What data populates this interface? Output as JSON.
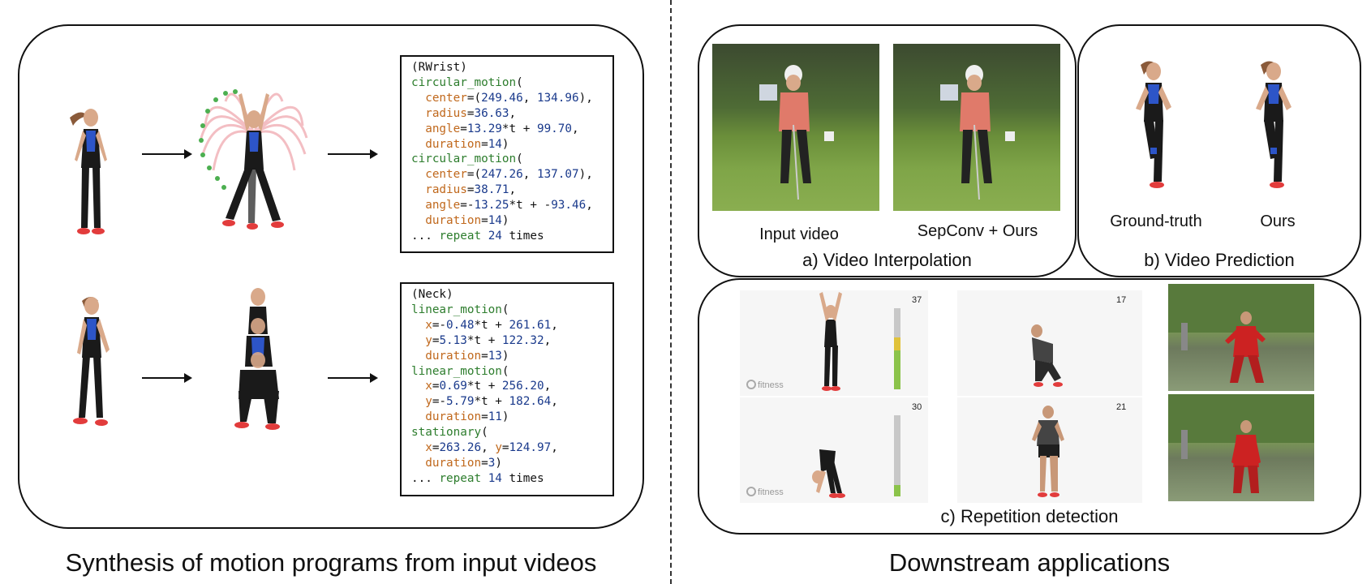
{
  "left": {
    "caption": "Synthesis of motion programs from input videos",
    "program1": [
      [
        {
          "t": "(RWrist)",
          "c": ""
        }
      ],
      [
        {
          "t": "circular_motion",
          "c": "fn"
        },
        {
          "t": "(",
          "c": ""
        }
      ],
      [
        {
          "t": "  ",
          "c": ""
        },
        {
          "t": "center",
          "c": "kw"
        },
        {
          "t": "=(",
          "c": ""
        },
        {
          "t": "249.46",
          "c": "num"
        },
        {
          "t": ", ",
          "c": ""
        },
        {
          "t": "134.96",
          "c": "num"
        },
        {
          "t": "),",
          "c": ""
        }
      ],
      [
        {
          "t": "  ",
          "c": ""
        },
        {
          "t": "radius",
          "c": "kw"
        },
        {
          "t": "=",
          "c": ""
        },
        {
          "t": "36.63",
          "c": "num"
        },
        {
          "t": ",",
          "c": ""
        }
      ],
      [
        {
          "t": "  ",
          "c": ""
        },
        {
          "t": "angle",
          "c": "kw"
        },
        {
          "t": "=",
          "c": ""
        },
        {
          "t": "13.29",
          "c": "num"
        },
        {
          "t": "*t + ",
          "c": ""
        },
        {
          "t": "99.70",
          "c": "num"
        },
        {
          "t": ",",
          "c": ""
        }
      ],
      [
        {
          "t": "  ",
          "c": ""
        },
        {
          "t": "duration",
          "c": "kw"
        },
        {
          "t": "=",
          "c": ""
        },
        {
          "t": "14",
          "c": "num"
        },
        {
          "t": ")",
          "c": ""
        }
      ],
      [
        {
          "t": "circular_motion",
          "c": "fn"
        },
        {
          "t": "(",
          "c": ""
        }
      ],
      [
        {
          "t": "  ",
          "c": ""
        },
        {
          "t": "center",
          "c": "kw"
        },
        {
          "t": "=(",
          "c": ""
        },
        {
          "t": "247.26",
          "c": "num"
        },
        {
          "t": ", ",
          "c": ""
        },
        {
          "t": "137.07",
          "c": "num"
        },
        {
          "t": "),",
          "c": ""
        }
      ],
      [
        {
          "t": "  ",
          "c": ""
        },
        {
          "t": "radius",
          "c": "kw"
        },
        {
          "t": "=",
          "c": ""
        },
        {
          "t": "38.71",
          "c": "num"
        },
        {
          "t": ",",
          "c": ""
        }
      ],
      [
        {
          "t": "  ",
          "c": ""
        },
        {
          "t": "angle",
          "c": "kw"
        },
        {
          "t": "=-",
          "c": ""
        },
        {
          "t": "13.25",
          "c": "num"
        },
        {
          "t": "*t + -",
          "c": ""
        },
        {
          "t": "93.46",
          "c": "num"
        },
        {
          "t": ",",
          "c": ""
        }
      ],
      [
        {
          "t": "  ",
          "c": ""
        },
        {
          "t": "duration",
          "c": "kw"
        },
        {
          "t": "=",
          "c": ""
        },
        {
          "t": "14",
          "c": "num"
        },
        {
          "t": ")",
          "c": ""
        }
      ],
      [
        {
          "t": "... ",
          "c": ""
        },
        {
          "t": "repeat",
          "c": "rp"
        },
        {
          "t": " ",
          "c": ""
        },
        {
          "t": "24",
          "c": "num"
        },
        {
          "t": " times",
          "c": ""
        }
      ]
    ],
    "program2": [
      [
        {
          "t": "(Neck)",
          "c": ""
        }
      ],
      [
        {
          "t": "linear_motion",
          "c": "fn"
        },
        {
          "t": "(",
          "c": ""
        }
      ],
      [
        {
          "t": "  ",
          "c": ""
        },
        {
          "t": "x",
          "c": "kw"
        },
        {
          "t": "=-",
          "c": ""
        },
        {
          "t": "0.48",
          "c": "num"
        },
        {
          "t": "*t + ",
          "c": ""
        },
        {
          "t": "261.61",
          "c": "num"
        },
        {
          "t": ",",
          "c": ""
        }
      ],
      [
        {
          "t": "  ",
          "c": ""
        },
        {
          "t": "y",
          "c": "kw"
        },
        {
          "t": "=",
          "c": ""
        },
        {
          "t": "5.13",
          "c": "num"
        },
        {
          "t": "*t + ",
          "c": ""
        },
        {
          "t": "122.32",
          "c": "num"
        },
        {
          "t": ",",
          "c": ""
        }
      ],
      [
        {
          "t": "  ",
          "c": ""
        },
        {
          "t": "duration",
          "c": "kw"
        },
        {
          "t": "=",
          "c": ""
        },
        {
          "t": "13",
          "c": "num"
        },
        {
          "t": ")",
          "c": ""
        }
      ],
      [
        {
          "t": "linear_motion",
          "c": "fn"
        },
        {
          "t": "(",
          "c": ""
        }
      ],
      [
        {
          "t": "  ",
          "c": ""
        },
        {
          "t": "x",
          "c": "kw"
        },
        {
          "t": "=",
          "c": ""
        },
        {
          "t": "0.69",
          "c": "num"
        },
        {
          "t": "*t + ",
          "c": ""
        },
        {
          "t": "256.20",
          "c": "num"
        },
        {
          "t": ",",
          "c": ""
        }
      ],
      [
        {
          "t": "  ",
          "c": ""
        },
        {
          "t": "y",
          "c": "kw"
        },
        {
          "t": "=-",
          "c": ""
        },
        {
          "t": "5.79",
          "c": "num"
        },
        {
          "t": "*t + ",
          "c": ""
        },
        {
          "t": "182.64",
          "c": "num"
        },
        {
          "t": ",",
          "c": ""
        }
      ],
      [
        {
          "t": "  ",
          "c": ""
        },
        {
          "t": "duration",
          "c": "kw"
        },
        {
          "t": "=",
          "c": ""
        },
        {
          "t": "11",
          "c": "num"
        },
        {
          "t": ")",
          "c": ""
        }
      ],
      [
        {
          "t": "stationary",
          "c": "fn"
        },
        {
          "t": "(",
          "c": ""
        }
      ],
      [
        {
          "t": "  ",
          "c": ""
        },
        {
          "t": "x",
          "c": "kw"
        },
        {
          "t": "=",
          "c": ""
        },
        {
          "t": "263.26",
          "c": "num"
        },
        {
          "t": ", ",
          "c": ""
        },
        {
          "t": "y",
          "c": "kw"
        },
        {
          "t": "=",
          "c": ""
        },
        {
          "t": "124.97",
          "c": "num"
        },
        {
          "t": ",",
          "c": ""
        }
      ],
      [
        {
          "t": "  ",
          "c": ""
        },
        {
          "t": "duration",
          "c": "kw"
        },
        {
          "t": "=",
          "c": ""
        },
        {
          "t": "3",
          "c": "num"
        },
        {
          "t": ")",
          "c": ""
        }
      ],
      [
        {
          "t": "... ",
          "c": ""
        },
        {
          "t": "repeat",
          "c": "rp"
        },
        {
          "t": " ",
          "c": ""
        },
        {
          "t": "14",
          "c": "num"
        },
        {
          "t": " times",
          "c": ""
        }
      ]
    ]
  },
  "right": {
    "caption": "Downstream applications",
    "interp": {
      "title": "a) Video Interpolation",
      "label_input": "Input video",
      "label_ours": "SepConv + Ours"
    },
    "pred": {
      "title": "b) Video Prediction",
      "label_gt": "Ground-truth",
      "label_ours": "Ours"
    },
    "rep": {
      "title": "c) Repetition detection",
      "counts": [
        "37",
        "17",
        "30",
        "21"
      ],
      "brand": "fitness"
    }
  },
  "colors": {
    "line": "#111111",
    "function": "#2d7d2d",
    "keyword": "#c0681c",
    "number": "#1a3a8c",
    "figure_dark": "#1a1a1a",
    "accent_blue": "#2d55c8",
    "shoe_red": "#e23c3c",
    "shirt_red": "#cc2222",
    "shirt_salmon": "#e07a6a"
  }
}
